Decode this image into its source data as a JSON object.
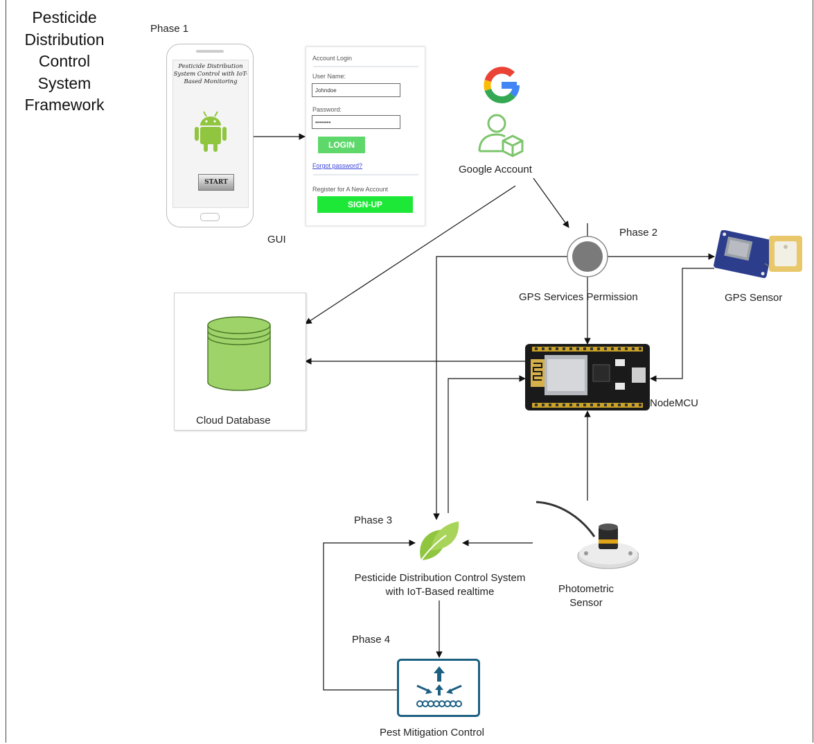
{
  "title": "Pesticide Distribution Control System Framework",
  "phases": {
    "phase1": "Phase 1",
    "phase2": "Phase 2",
    "phase3": "Phase 3",
    "phase4": "Phase 4"
  },
  "phone": {
    "title": "Pesticide Distribution System Control with IoT-Based Monitoring",
    "start_button": "START",
    "caption": "GUI"
  },
  "login_panel": {
    "header": "Account Login",
    "username_label": "User Name:",
    "username_value": "Johndoe",
    "password_label": "Password:",
    "password_value": "••••••••",
    "login_button": "LOGIN",
    "forgot_link": "Forgot password?",
    "register_text": "Register for A New Account",
    "signup_button": "SIGN-UP"
  },
  "nodes": {
    "google_account": "Google Account",
    "gps_permission": "GPS Services Permission",
    "gps_sensor": "GPS Sensor",
    "cloud_database": "Cloud Database",
    "nodemcu": "NodeMCU",
    "pdcs_line1": "Pesticide Distribution Control System",
    "pdcs_line2": "with IoT-Based realtime",
    "photometric_line1": "Photometric",
    "photometric_line2": "Sensor",
    "pest_mitigation": "Pest Mitigation Control"
  },
  "icons": {
    "google_logo": "google-g-icon",
    "account": "user-account-icon",
    "gps_permission": "gps-permission-icon",
    "database": "database-icon",
    "leaf": "leaf-icon",
    "android": "android-icon",
    "pest_control": "pest-control-icon"
  },
  "colors": {
    "db_green": "#9ed36a",
    "android_green": "#8fc53f",
    "account_green": "#7cc46b",
    "pest_blue": "#1c5f82",
    "signup_green": "#1ee837",
    "login_green": "#5ed86b"
  }
}
